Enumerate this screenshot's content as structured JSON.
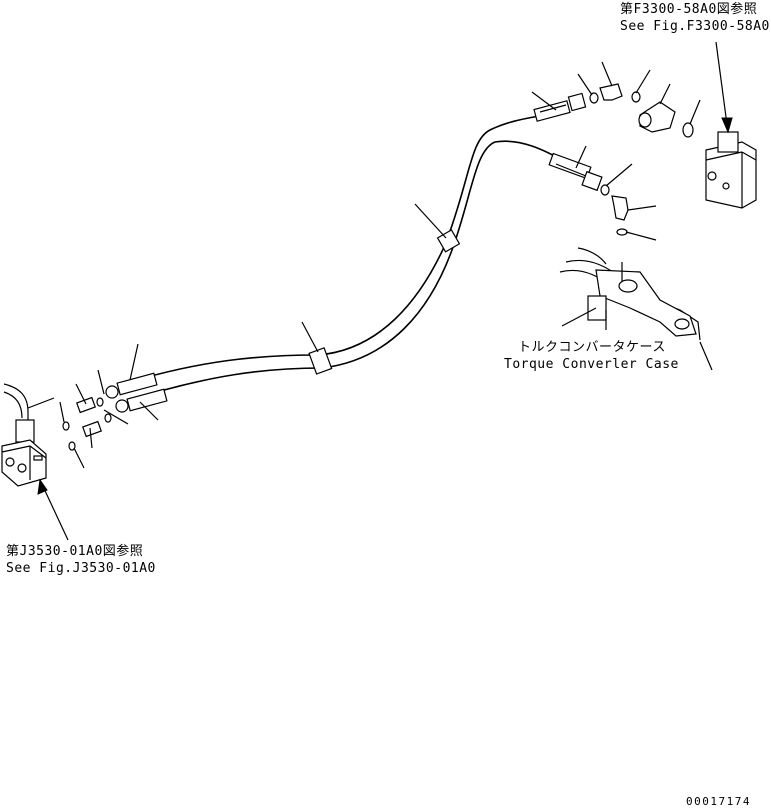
{
  "callouts": {
    "top_right": {
      "jp": "第F3300-58A0図参照",
      "en": "See Fig.F3300-58A0"
    },
    "left": {
      "jp": "第J3530-01A0図参照",
      "en": "See Fig.J3530-01A0"
    },
    "converter": {
      "jp": "トルクコンバータケース",
      "en": "Torque Converler Case"
    }
  },
  "drawing_number": "00017174"
}
